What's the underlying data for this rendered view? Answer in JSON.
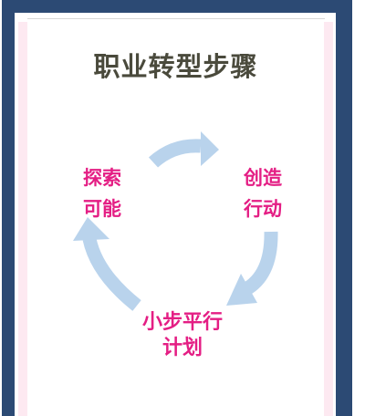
{
  "title": "职业转型步骤",
  "steps": {
    "explore": {
      "line1": "探索",
      "line2": "可能"
    },
    "create": {
      "line1": "创造",
      "line2": "行动"
    },
    "plan": {
      "line1": "小步平行",
      "line2": "计划"
    }
  },
  "colors": {
    "frame": "#2c4a74",
    "title": "#4a4a3c",
    "label": "#e41e84",
    "arrow": "#b9d3ec",
    "strip": "#fde9f1"
  },
  "icons": {
    "arrow_shape": "curved-arrow-icon"
  }
}
